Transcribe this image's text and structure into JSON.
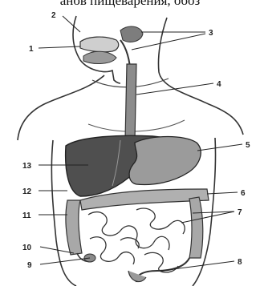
{
  "header": {
    "text": "анов пищеварения, обоз"
  },
  "diagram": {
    "labels": [
      "1",
      "2",
      "3",
      "4",
      "5",
      "6",
      "7",
      "8",
      "9",
      "10",
      "11",
      "12",
      "13"
    ]
  },
  "colors": {
    "ink": "#222222",
    "organ_dark": "#555555",
    "organ_mid": "#8a8a8a",
    "organ_light": "#bdbdbd"
  }
}
